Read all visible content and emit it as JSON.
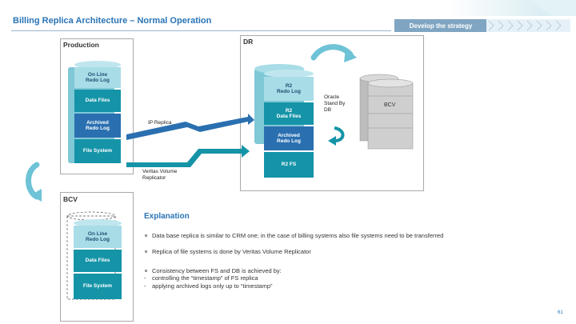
{
  "header": {
    "title": "Billing Replica Architecture – Normal Operation",
    "chip_label": "Develop the strategy"
  },
  "colors": {
    "accent": "#2a74b6",
    "teal_dark": "#1594a8",
    "teal_light": "#9fd8e3",
    "blue": "#2a6fb0",
    "grey": "#c8c8c8"
  },
  "production": {
    "label": "Production",
    "segments": [
      "On Line\nRedo Log",
      "Data Files",
      "Archived\nRedo Log",
      "File System"
    ]
  },
  "dr": {
    "label": "DR",
    "segments": [
      "R2\nRedo Log",
      "R2\nData Files",
      "Archived\nRedo Log",
      "R2 FS"
    ],
    "standby_label": "Oracle\nStand By\nDB",
    "bcv_label": "BCV"
  },
  "links": {
    "ip_replica": "IP Replica",
    "veritas": "Veritas Volume\nReplicator"
  },
  "bcv": {
    "label": "BCV",
    "segments": [
      "On Line\nRedo Log",
      "Data Files",
      "File System"
    ]
  },
  "explanation": {
    "title": "Explanation",
    "bullets": [
      "Data base replica is similar to CRM one; in the case of billing systems also file systems need to be transferred",
      "Replica of file systems is done by Veritas Volume Replicator",
      "Consistency between FS and DB is achieved by:"
    ],
    "sub_bullets": [
      "controlling the “timestamp” of FS replica",
      "applying archived logs only up to “timestamp”"
    ]
  },
  "page_number": "61"
}
